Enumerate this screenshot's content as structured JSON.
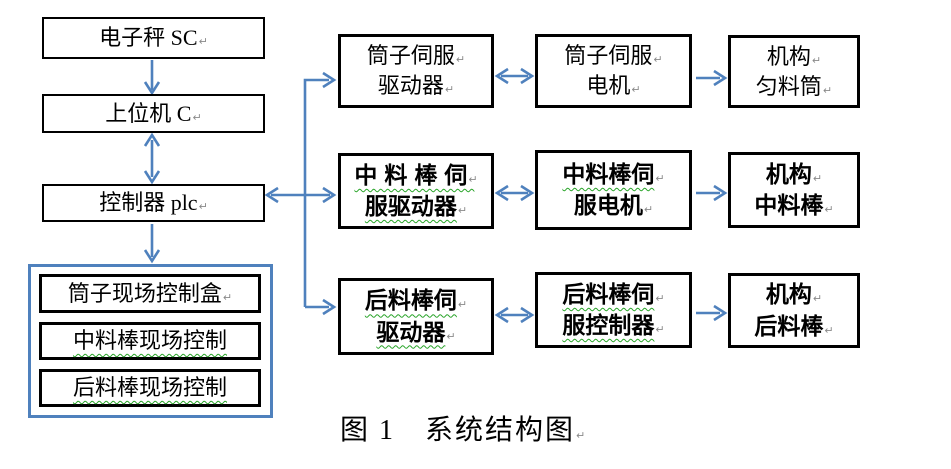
{
  "diagram": {
    "caption": "图 1　系统结构图",
    "pilcrow": "↵",
    "colors": {
      "arrow_blue": "#4f81bd",
      "panel_border_blue": "#4f81bd",
      "box_border": "#000000",
      "squiggle_green": "#27a327"
    },
    "left_column": {
      "scale": "电子秤 SC",
      "host": "上位机 C",
      "plc": "控制器 plc",
      "panel": {
        "box1": "筒子现场控制盒",
        "box2": "中料棒现场控制",
        "box3": "后料棒现场控制"
      }
    },
    "grid": {
      "row1": {
        "driver": {
          "line1": "筒子伺服",
          "line2": "驱动器"
        },
        "motor": {
          "line1": "筒子伺服",
          "line2": "电机"
        },
        "mech": {
          "line1": "机构",
          "line2": "匀料筒"
        }
      },
      "row2": {
        "driver": {
          "line1": "中料棒伺",
          "line2": "服驱动器"
        },
        "motor": {
          "line1": "中料棒伺",
          "line2": "服电机"
        },
        "mech": {
          "line1": "机构",
          "line2": "中料棒"
        }
      },
      "row3": {
        "driver": {
          "line1": "后料棒伺",
          "line2": "驱动器"
        },
        "motor": {
          "line1": "后料棒伺",
          "line2": "服控制器"
        },
        "mech": {
          "line1": "机构",
          "line2": "后料棒"
        }
      }
    }
  }
}
